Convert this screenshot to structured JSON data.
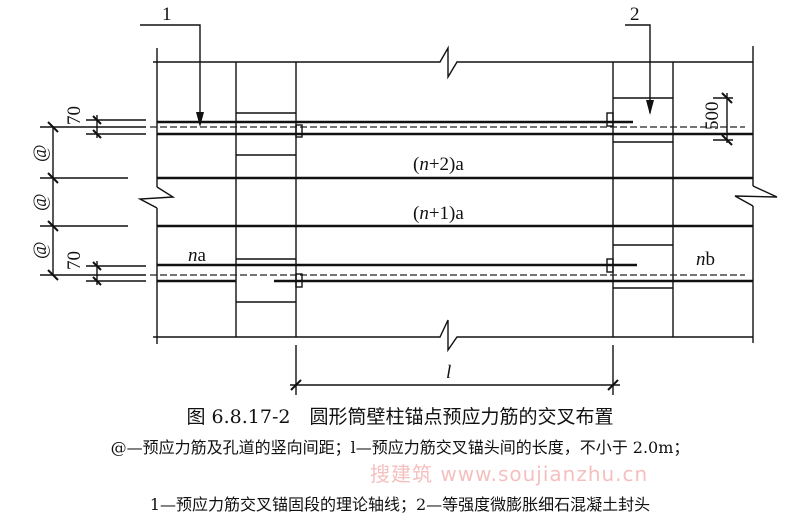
{
  "diagram": {
    "leader_1": "1",
    "leader_2": "2",
    "dim_70_top": "70",
    "dim_70_bottom": "70",
    "spacing_symbol": [
      "@",
      "@",
      "@"
    ],
    "dim_500": "500",
    "label_n2a_pre": "(",
    "label_n2a_n": "n",
    "label_n2a_post": "+2)a",
    "label_n1a_pre": "(",
    "label_n1a_n": "n",
    "label_n1a_post": "+1)a",
    "label_na_n": "n",
    "label_na_a": "a",
    "label_nb_n": "n",
    "label_nb_b": "b",
    "dim_l": "l"
  },
  "caption": {
    "title": "图 6.8.17-2　圆形筒壁柱锚点预应力筋的交叉布置",
    "note_1": "@—预应力筋及孔道的竖向间距；l—预应力筋交叉锚头间的长度，不小于 2.0m；",
    "note_2": "1—预应力筋交叉锚固段的理论轴线；2—等强度微膨胀细石混凝土封头"
  },
  "watermark": "搜建筑 www.soujianzhu.cn"
}
